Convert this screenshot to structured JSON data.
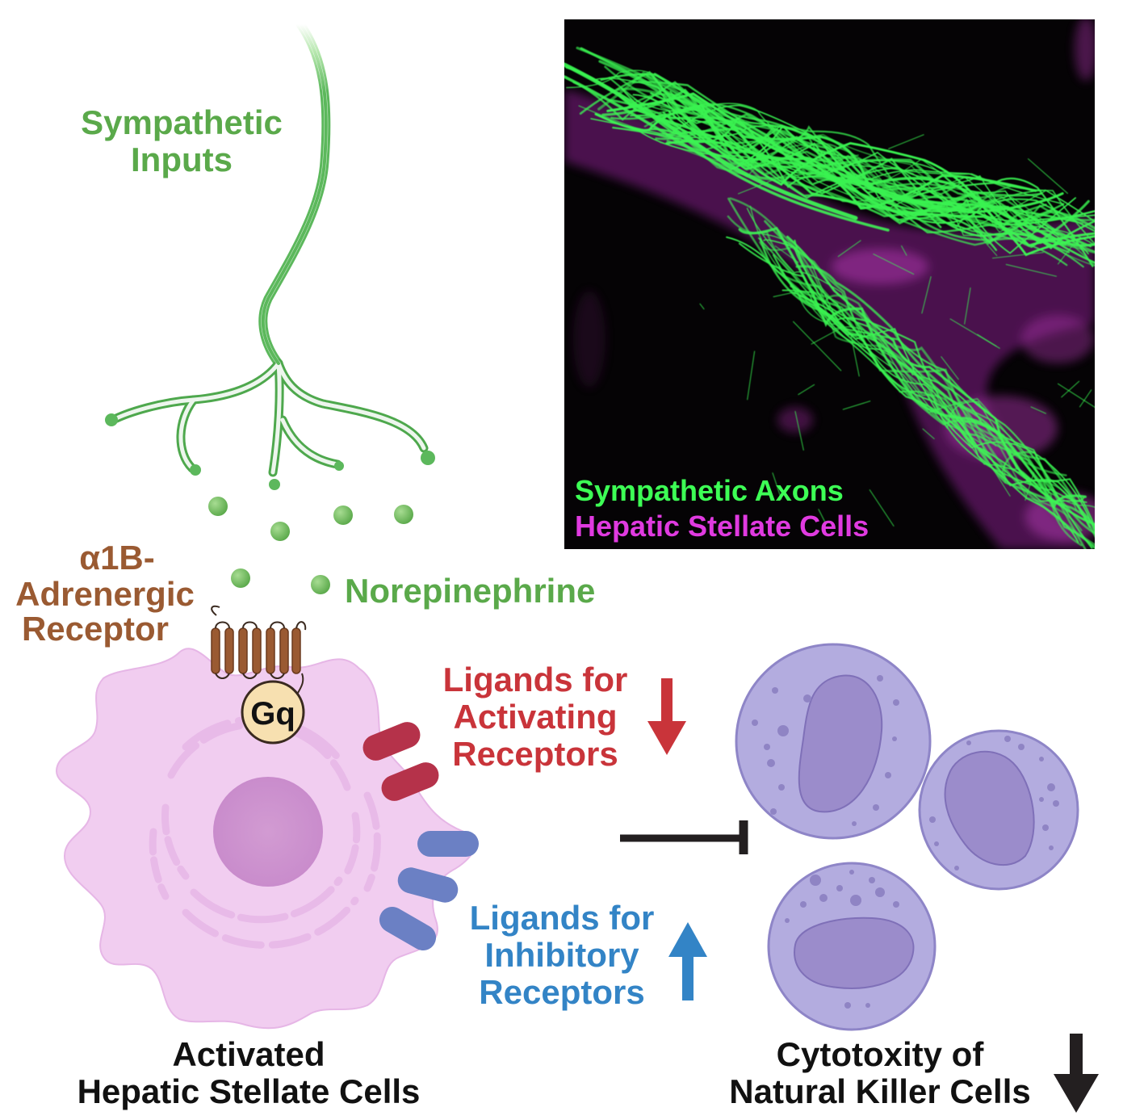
{
  "labels": {
    "sympathetic_inputs": [
      "Sympathetic",
      "Inputs"
    ],
    "receptor": [
      "α1B-",
      "Adrenergic",
      "Receptor"
    ],
    "norepinephrine": "Norepinephrine",
    "gq": "Gq",
    "activating": [
      "Ligands for",
      "Activating",
      "Receptors"
    ],
    "inhibitory": [
      "Ligands for",
      "Inhibitory",
      "Receptors"
    ],
    "hsc": [
      "Activated",
      "Hepatic Stellate Cells"
    ],
    "nk": [
      "Cytotoxity of",
      "Natural Killer Cells"
    ]
  },
  "micrograph": {
    "legend_axons": "Sympathetic Axons",
    "legend_hsc": "Hepatic Stellate Cells"
  },
  "colors": {
    "nerve_green": "#5cb85c",
    "label_green": "#5aa94a",
    "receptor_brown": "#9a5a32",
    "activating_red": "#c9343a",
    "inhibitory_blue": "#3384c6",
    "axon_green": "#3dff55",
    "hsc_magenta": "#e03ae0",
    "nk_purple": "#b3acdf",
    "hsc_pink": "#f1cdf0"
  },
  "indicators": {
    "activating_ligands": "down",
    "inhibitory_ligands": "up",
    "nk_cytotoxicity": "down"
  }
}
